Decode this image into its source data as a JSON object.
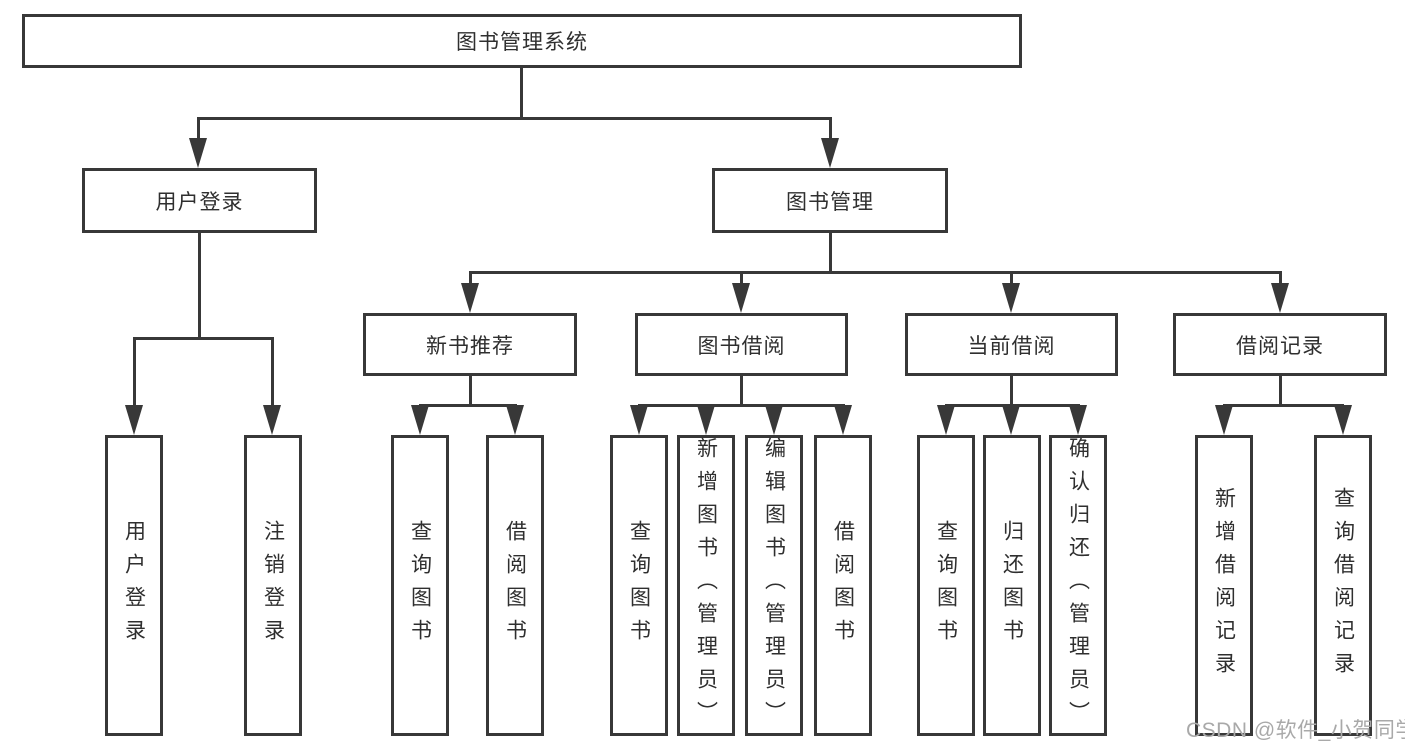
{
  "diagram_type": "hierarchy-tree",
  "watermark": "CSDN @软件_小贺同学",
  "colors": {
    "line": "#383838",
    "box_border": "#383838",
    "text": "#2f2f2f",
    "watermark": "#a9a9a9",
    "background": "#ffffff"
  },
  "tree": {
    "label": "图书管理系统",
    "children": [
      {
        "label": "用户登录",
        "children": [
          {
            "label": "用户登录"
          },
          {
            "label": "注销登录"
          }
        ]
      },
      {
        "label": "图书管理",
        "children": [
          {
            "label": "新书推荐",
            "children": [
              {
                "label": "查询图书"
              },
              {
                "label": "借阅图书"
              }
            ]
          },
          {
            "label": "图书借阅",
            "children": [
              {
                "label": "查询图书"
              },
              {
                "label": "新增图书（管理员）"
              },
              {
                "label": "编辑图书（管理员）"
              },
              {
                "label": "借阅图书"
              }
            ]
          },
          {
            "label": "当前借阅",
            "children": [
              {
                "label": "查询图书"
              },
              {
                "label": "归还图书"
              },
              {
                "label": "确认归还（管理员）"
              }
            ]
          },
          {
            "label": "借阅记录",
            "children": [
              {
                "label": "新增借阅记录"
              },
              {
                "label": "查询借阅记录"
              }
            ]
          }
        ]
      }
    ]
  }
}
